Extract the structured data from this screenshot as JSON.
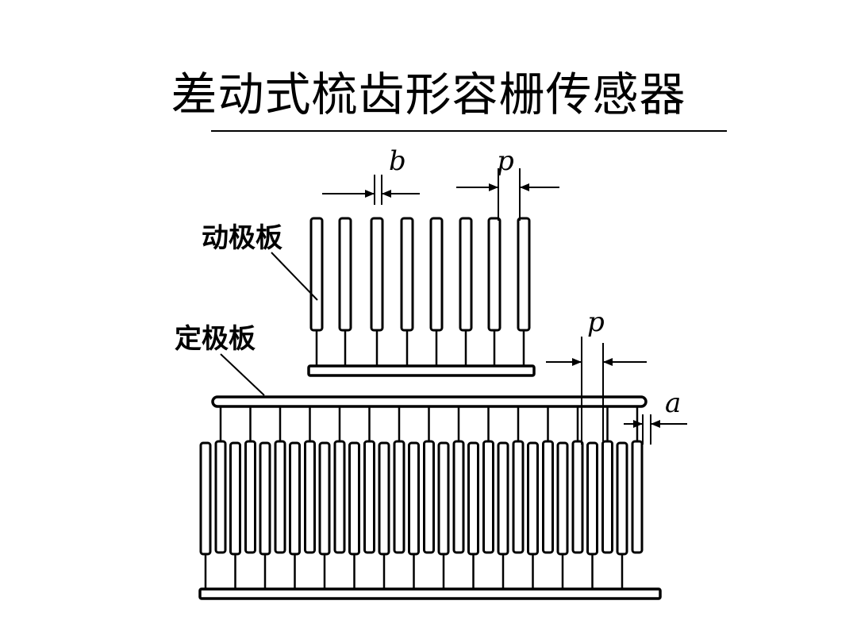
{
  "title": "差动式梳齿形容栅传感器",
  "labels": {
    "moving_plate": "动极板",
    "fixed_plate": "定极板",
    "b": "b",
    "p_top": "p",
    "p_right": "p",
    "a": "a"
  }
}
